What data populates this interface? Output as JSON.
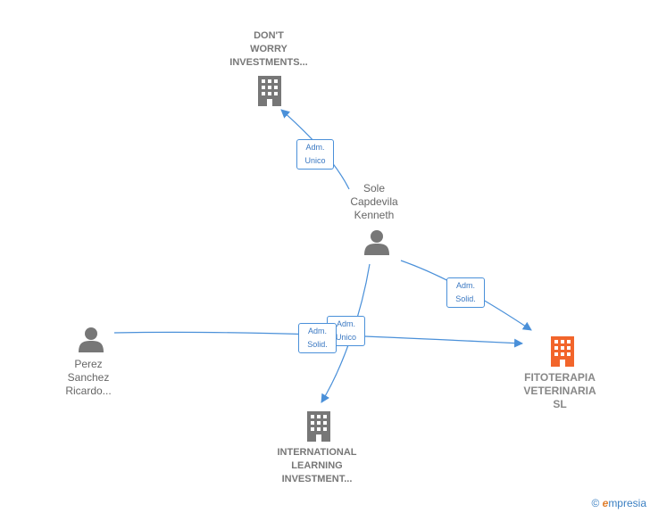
{
  "nodes": {
    "dont_worry": {
      "lines": [
        "DON'T",
        "WORRY",
        "INVESTMENTS..."
      ]
    },
    "sole": {
      "lines": [
        "Sole",
        "Capdevila",
        "Kenneth"
      ]
    },
    "perez": {
      "lines": [
        "Perez",
        "Sanchez",
        "Ricardo..."
      ]
    },
    "fitoterapia": {
      "lines": [
        "FITOTERAPIA",
        "VETERINARIA",
        "SL"
      ]
    },
    "international": {
      "lines": [
        "INTERNATIONAL",
        "LEARNING",
        "INVESTMENT..."
      ]
    }
  },
  "edges": {
    "sole_to_dont": {
      "lines": [
        "Adm.",
        "Unico"
      ]
    },
    "sole_to_fito": {
      "lines": [
        "Adm.",
        "Solid."
      ]
    },
    "sole_to_intl": {
      "lines": [
        "Adm.",
        "Unico"
      ]
    },
    "perez_to_fito": {
      "lines": [
        "Adm.",
        "Solid."
      ]
    }
  },
  "footer": {
    "copyright": "©",
    "brand_first": "e",
    "brand_rest": "mpresia"
  },
  "colors": {
    "edge": "#4a90d9",
    "company": "#777777",
    "main_company": "#f2652b",
    "person": "#777777"
  }
}
